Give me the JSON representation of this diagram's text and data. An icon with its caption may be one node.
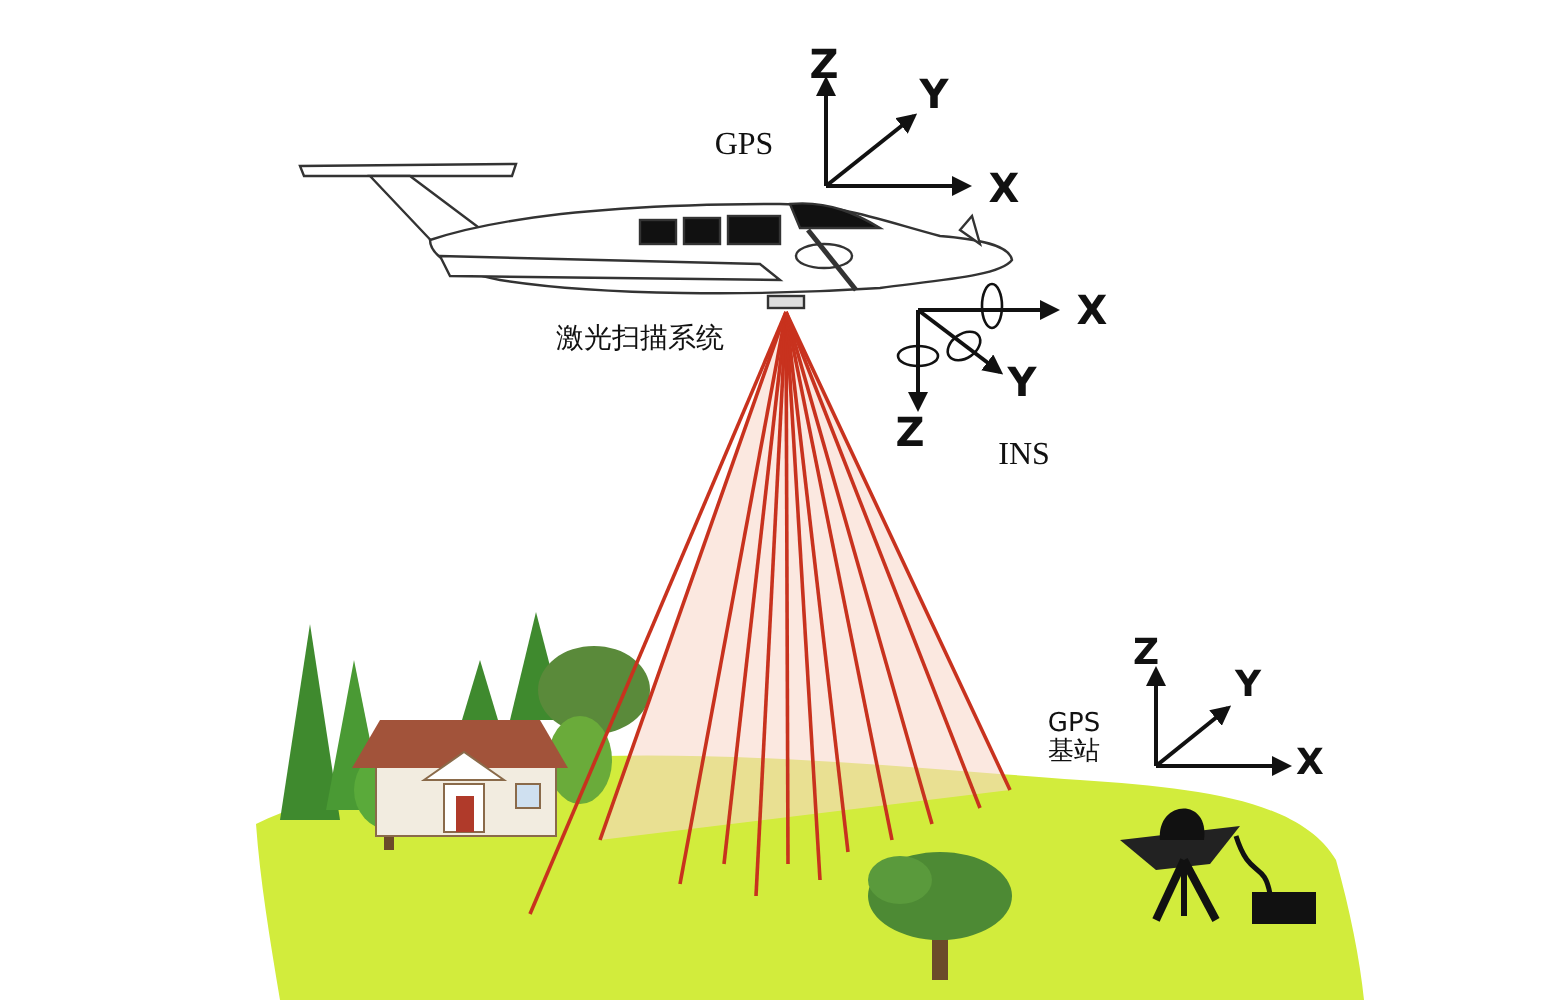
{
  "diagram": {
    "labels": [
      "Z",
      "Y",
      "GPS",
      "X",
      "X",
      "激光扫描系统",
      "Y",
      "Z",
      "INS",
      "Z",
      "Y",
      "GPS 基站",
      "X"
    ]
  }
}
